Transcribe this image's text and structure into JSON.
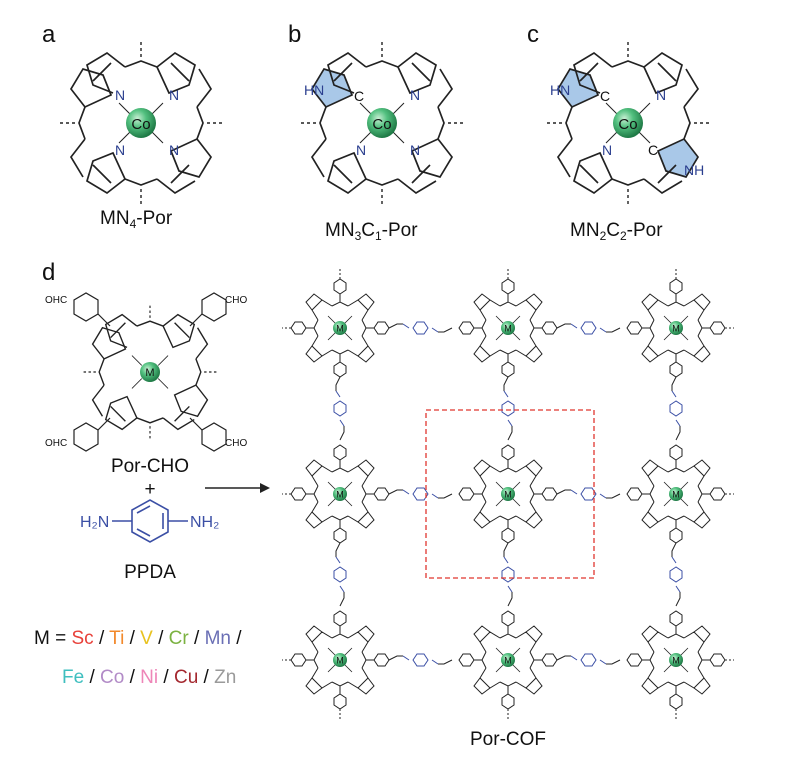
{
  "panels": {
    "a": {
      "letter": "a",
      "caption_main": "MN",
      "caption_sub1": "4",
      "caption_tail": "-Por",
      "metal": "Co"
    },
    "b": {
      "letter": "b",
      "caption_main": "MN",
      "caption_sub1": "3",
      "caption_mid": "C",
      "caption_sub2": "1",
      "caption_tail": "-Por",
      "metal": "Co"
    },
    "c": {
      "letter": "c",
      "caption_main": "MN",
      "caption_sub1": "2",
      "caption_mid": "C",
      "caption_sub2": "2",
      "caption_tail": "-Por",
      "metal": "Co"
    },
    "d": {
      "letter": "d"
    }
  },
  "atoms": {
    "n": "N",
    "c": "C",
    "hn": "HN",
    "nh": "NH",
    "m": "M"
  },
  "reactants": {
    "por_cho": "Por-CHO",
    "cho": "CHO",
    "ohc": "OHC",
    "plus": "+",
    "ppda": "PPDA",
    "h2n": "H₂N",
    "nh2": "NH₂"
  },
  "product": {
    "label": "Por-COF"
  },
  "metals": {
    "prefix": "M = ",
    "items": [
      {
        "symbol": "Sc",
        "color": "#e8413a"
      },
      {
        "symbol": "Ti",
        "color": "#f2892b"
      },
      {
        "symbol": "V",
        "color": "#e8c21f"
      },
      {
        "symbol": "Cr",
        "color": "#7bb241"
      },
      {
        "symbol": "Mn",
        "color": "#6a6fb5"
      },
      {
        "symbol": "Fe",
        "color": "#3fbfbf"
      },
      {
        "symbol": "Co",
        "color": "#b28bc7"
      },
      {
        "symbol": "Ni",
        "color": "#ee86b8"
      },
      {
        "symbol": "Cu",
        "color": "#a4282f"
      },
      {
        "symbol": "Zn",
        "color": "#9a9a9a"
      }
    ],
    "separator": " / "
  },
  "colors": {
    "metal_sphere": "#3aa86b",
    "linker": "#3b4fa5",
    "box": "#e0362f",
    "pyrrole_fill": "#a9c8e8"
  }
}
